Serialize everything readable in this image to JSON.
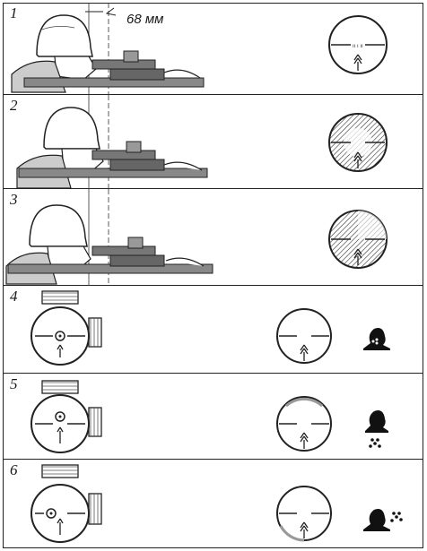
{
  "panels": [
    {
      "number": "1",
      "measurement": "68 мм"
    },
    {
      "number": "2"
    },
    {
      "number": "3"
    },
    {
      "number": "4"
    },
    {
      "number": "5"
    },
    {
      "number": "6"
    }
  ]
}
